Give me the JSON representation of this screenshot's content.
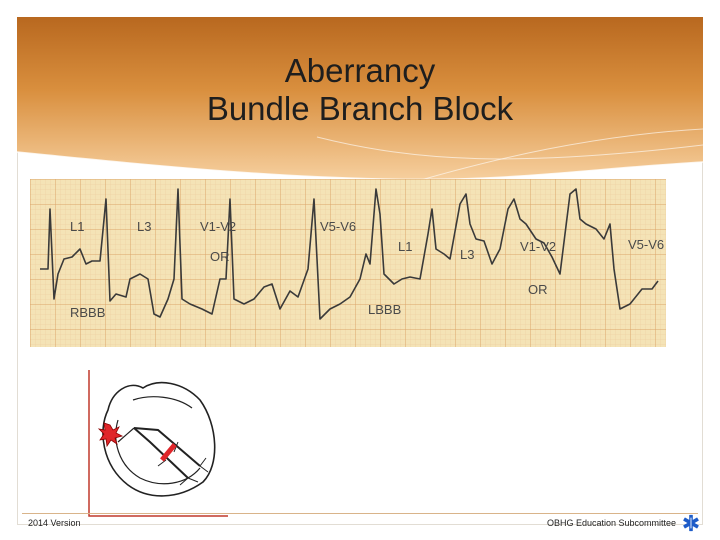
{
  "slide": {
    "title_line1": "Aberrancy",
    "title_line2": "Bundle Branch Block"
  },
  "ecg": {
    "leads_top": [
      "L1",
      "L3",
      "V1-V2",
      "OR",
      "V5-V6"
    ],
    "leads_bottom": [
      "L1",
      "L3",
      "V1-V2",
      "OR",
      "V5-V6"
    ],
    "rbbb_label": "RBBB",
    "lbbb_label": "LBBB"
  },
  "footer": {
    "version": "2014  Version",
    "organization": "OBHG Education Subcommittee"
  },
  "colors": {
    "header_orange": "#c97a2e",
    "header_light": "#f3c48c",
    "ecg_paper": "#f4e3b6",
    "ecg_grid": "#e3b980",
    "star_blue": "#1e5cc8",
    "block_red": "#e0262a"
  },
  "icons": [
    "star-of-life-icon"
  ]
}
